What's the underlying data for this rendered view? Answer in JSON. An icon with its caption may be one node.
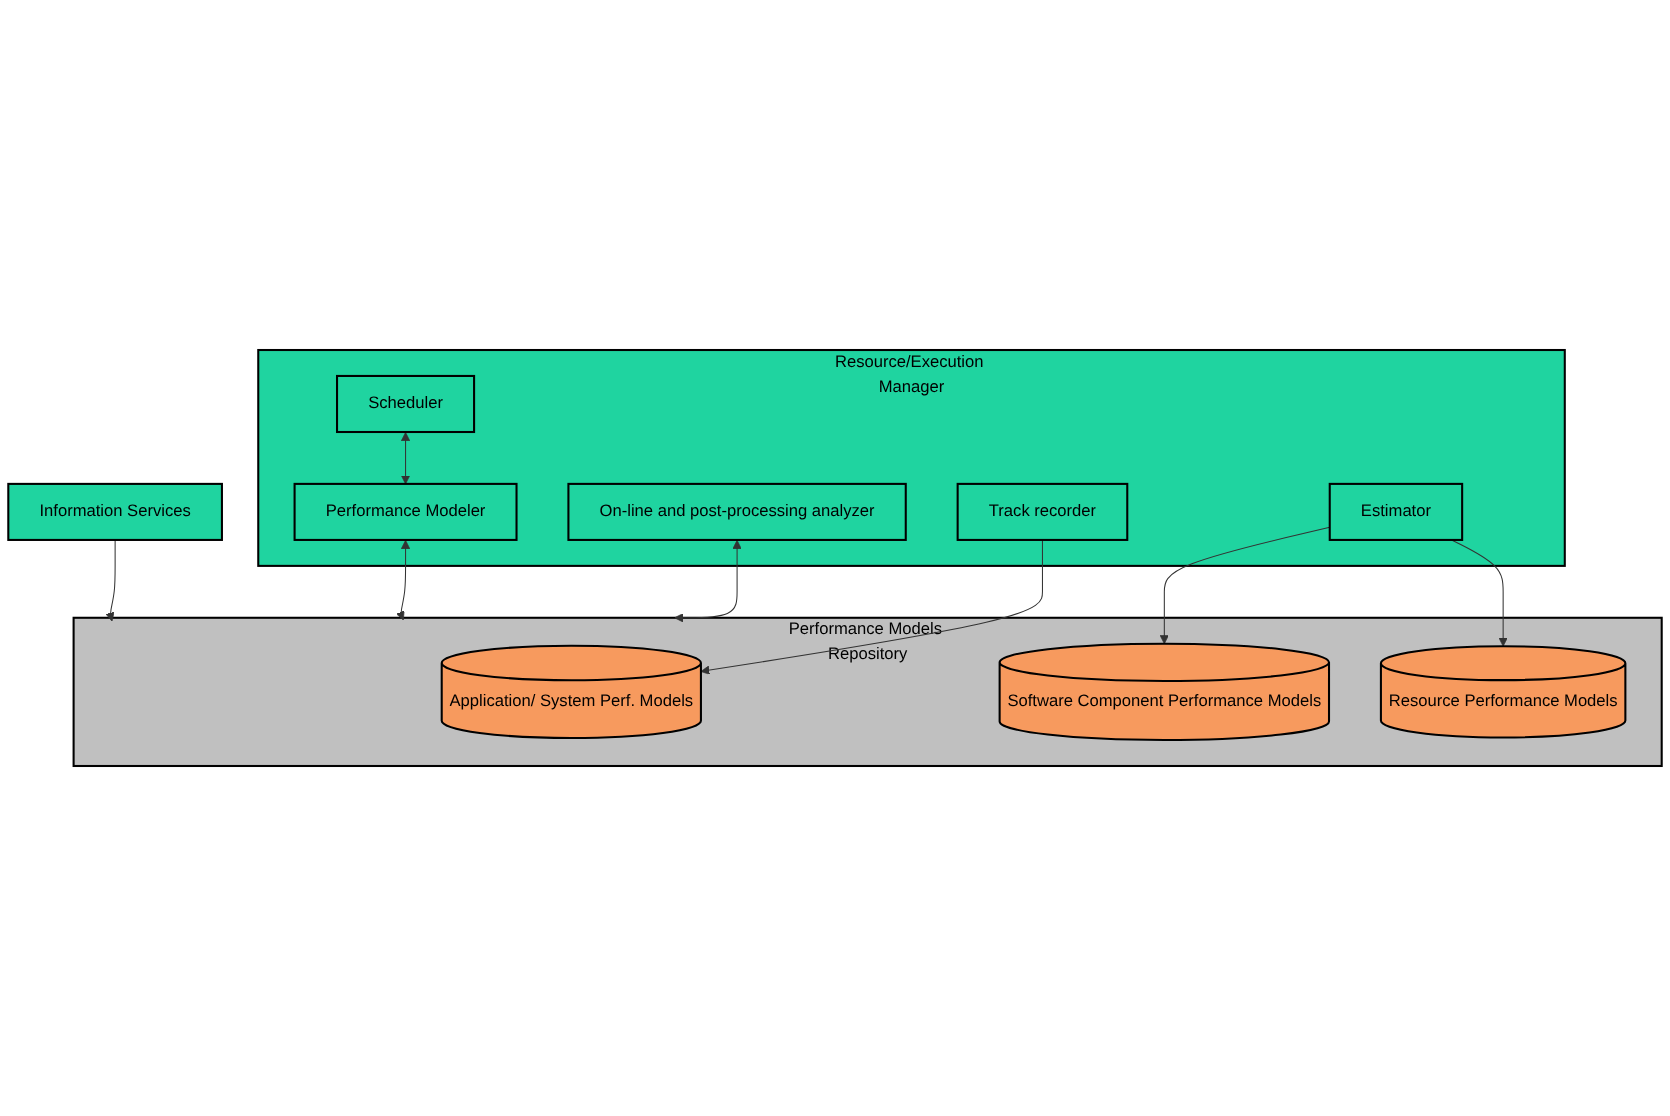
{
  "diagram": {
    "nodes": [
      {
        "text": [
          "Resource/Execution Manager"
        ]
      },
      {
        "text": [
          "Scheduler"
        ],
        "in": 0
      },
      {
        "text": [
          "On-line and post-processing analyzer"
        ],
        "in": 0
      },
      {
        "text": [
          "Performance Modeler"
        ],
        "in": 0
      },
      {
        "text": [
          "Track recorder"
        ],
        "in": 0
      },
      {
        "text": [
          "Estimator"
        ],
        "in": 0
      },
      {
        "text": [
          "Performance Models Repository"
        ]
      },
      {
        "text": [
          "Application/ System Perf. Models"
        ],
        "in": 6
      },
      {
        "text": [
          "Software Component Performance Models"
        ],
        "in": 6
      },
      {
        "text": [
          "Resource Performance Models"
        ],
        "in": 6
      },
      {
        "text": [
          "Information Services"
        ]
      }
    ],
    "edges": [
      {
        "from": 1,
        "to": 3,
        "arrow": "both"
      },
      {
        "from": 2,
        "to": 6,
        "arrow": "both"
      },
      {
        "from": 3,
        "to": 6,
        "arrow": "both"
      },
      {
        "from": 4,
        "to": 7,
        "arrow": "to"
      },
      {
        "from": 5,
        "to": 8,
        "arrow": "to"
      },
      {
        "from": 5,
        "to": 9,
        "arrow": "to"
      },
      {
        "from": 10,
        "to": 6,
        "arrow": "to"
      }
    ]
  }
}
